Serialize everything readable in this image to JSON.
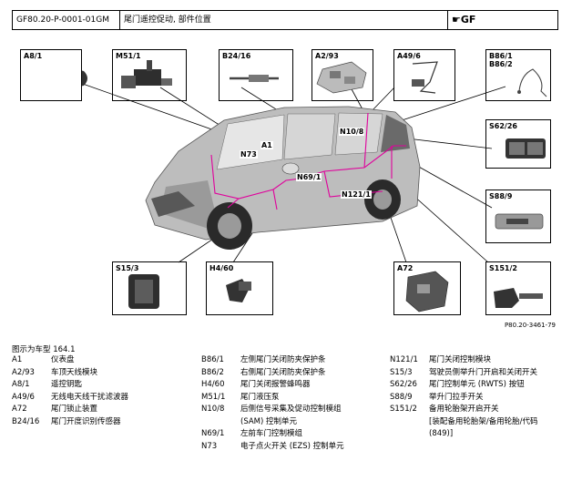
{
  "header": {
    "doc_id": "GF80.20-P-0001-01GM",
    "title": "尾门遥控促动, 部件位置",
    "logo": "GF"
  },
  "boxes": [
    {
      "code": "A8/1"
    },
    {
      "code": "M51/1"
    },
    {
      "code": "B24/16"
    },
    {
      "code": "A2/93"
    },
    {
      "code": "A49/6"
    },
    {
      "code": "B86/1\nB86/2"
    },
    {
      "code": "S62/26"
    },
    {
      "code": "S88/9"
    },
    {
      "code": "S15/3"
    },
    {
      "code": "H4/60"
    },
    {
      "code": "A72"
    },
    {
      "code": "S151/2"
    }
  ],
  "car_labels": [
    "A1",
    "N10/8",
    "N73",
    "N69/1",
    "N121/1"
  ],
  "figure_ref": "P80.20-3461-79",
  "caption": "图示为车型 164.1",
  "legend_col1": [
    {
      "code": "A1",
      "desc": "仪表盘"
    },
    {
      "code": "A2/93",
      "desc": "车顶天线模块"
    },
    {
      "code": "A8/1",
      "desc": "遥控钥匙"
    },
    {
      "code": "A49/6",
      "desc": "无线电天线干扰滤波器"
    },
    {
      "code": "A72",
      "desc": "尾门锁止装置"
    },
    {
      "code": "B24/16",
      "desc": "尾门开度识别传感器"
    }
  ],
  "legend_col2": [
    {
      "code": "B86/1",
      "desc": "左侧尾门关闭防夹保护条"
    },
    {
      "code": "B86/2",
      "desc": "右侧尾门关闭防夹保护条"
    },
    {
      "code": "H4/60",
      "desc": "尾门关闭报警蜂鸣器"
    },
    {
      "code": "M51/1",
      "desc": "尾门液压泵"
    },
    {
      "code": "N10/8",
      "desc": "后侧信号采集及促动控制模组"
    },
    {
      "code": "",
      "desc": "(SAM) 控制单元"
    },
    {
      "code": "N69/1",
      "desc": "左前车门控制模组"
    },
    {
      "code": "N73",
      "desc": "电子点火开关 (EZS) 控制单元"
    }
  ],
  "legend_col3": [
    {
      "code": "N121/1",
      "desc": "尾门关闭控制模块"
    },
    {
      "code": "S15/3",
      "desc": "驾驶员侧举升门开启和关闭开关"
    },
    {
      "code": "S62/26",
      "desc": "尾门控制单元 (RWTS) 按钮"
    },
    {
      "code": "S88/9",
      "desc": "举升门拉手开关"
    },
    {
      "code": "S151/2",
      "desc": "备用轮胎架开启开关"
    },
    {
      "code": "",
      "desc": "[装配备用轮胎架/备用轮胎/代码"
    },
    {
      "code": "",
      "desc": "(849)]"
    }
  ]
}
